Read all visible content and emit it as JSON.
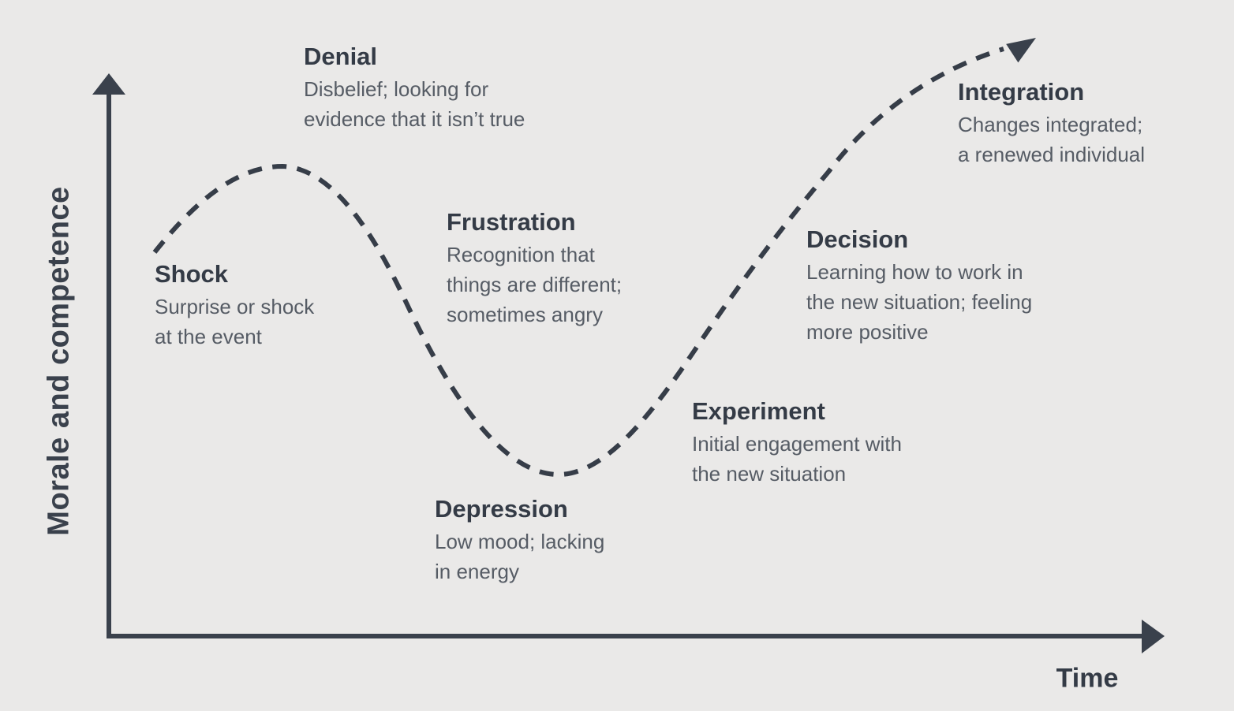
{
  "colors": {
    "background": "#eae9e8",
    "axis_line": "#3a414c",
    "curve_dash": "#363d48",
    "heading_text": "#343b46",
    "body_text": "#565c65"
  },
  "axes": {
    "y_label": "Morale and competence",
    "x_label": "Time"
  },
  "curve": {
    "style": "dashed",
    "shape": "falls from Shock after a first peak at Denial, bottoms out at Depression, then rises through Experiment and Decision to an arrow at Integration"
  },
  "stages": [
    {
      "key": "shock",
      "title": "Shock",
      "description": "Surprise or shock\nat the event"
    },
    {
      "key": "denial",
      "title": "Denial",
      "description": "Disbelief; looking for\nevidence that it isn’t true"
    },
    {
      "key": "frustration",
      "title": "Frustration",
      "description": "Recognition that\nthings are different;\nsometimes angry"
    },
    {
      "key": "depression",
      "title": "Depression",
      "description": "Low mood; lacking\nin energy"
    },
    {
      "key": "experiment",
      "title": "Experiment",
      "description": "Initial engagement with\nthe new situation"
    },
    {
      "key": "decision",
      "title": "Decision",
      "description": "Learning how to work in\nthe new situation; feeling\nmore positive"
    },
    {
      "key": "integration",
      "title": "Integration",
      "description": "Changes integrated;\na renewed individual"
    }
  ]
}
